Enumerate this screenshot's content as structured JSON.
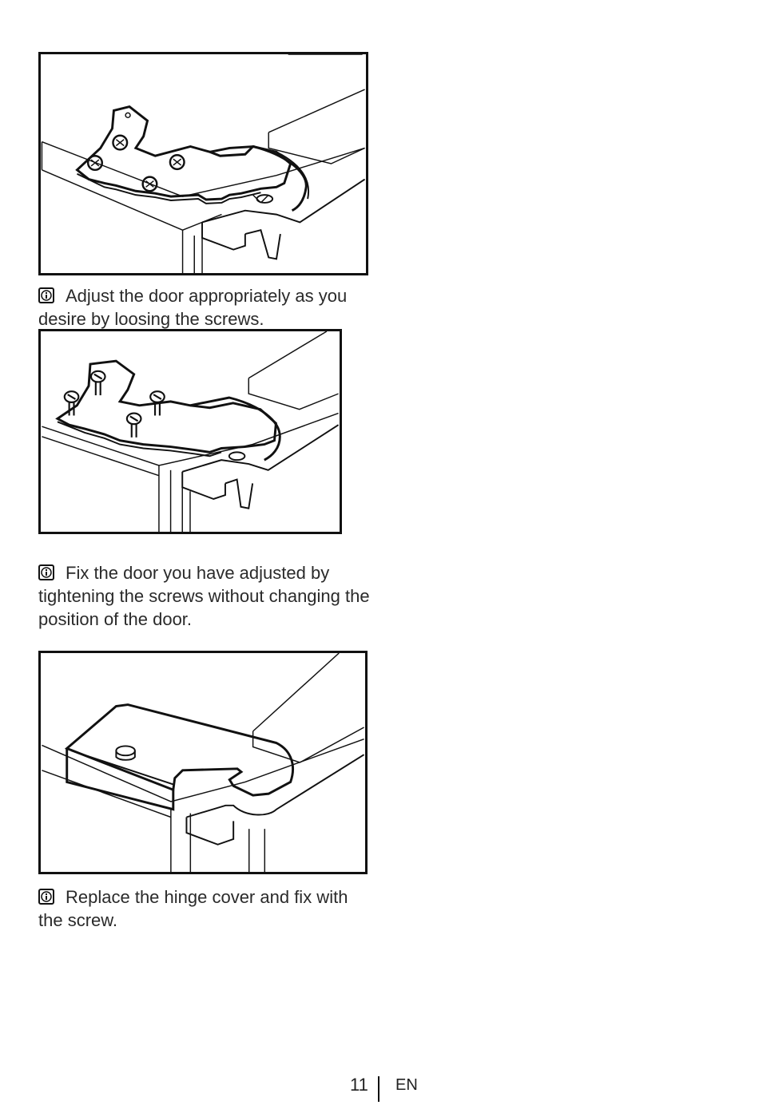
{
  "steps": [
    {
      "text": "Adjust the door appropriately as you desire by loosing the screws.",
      "icon": "info-icon"
    },
    {
      "text": "Fix the door you have adjusted by tightening the screws without changing the position of the door.",
      "icon": "info-icon"
    },
    {
      "text": "Replace the hinge cover and fix with the screw.",
      "icon": "info-icon"
    }
  ],
  "footer": {
    "page_number": "11",
    "language": "EN"
  }
}
